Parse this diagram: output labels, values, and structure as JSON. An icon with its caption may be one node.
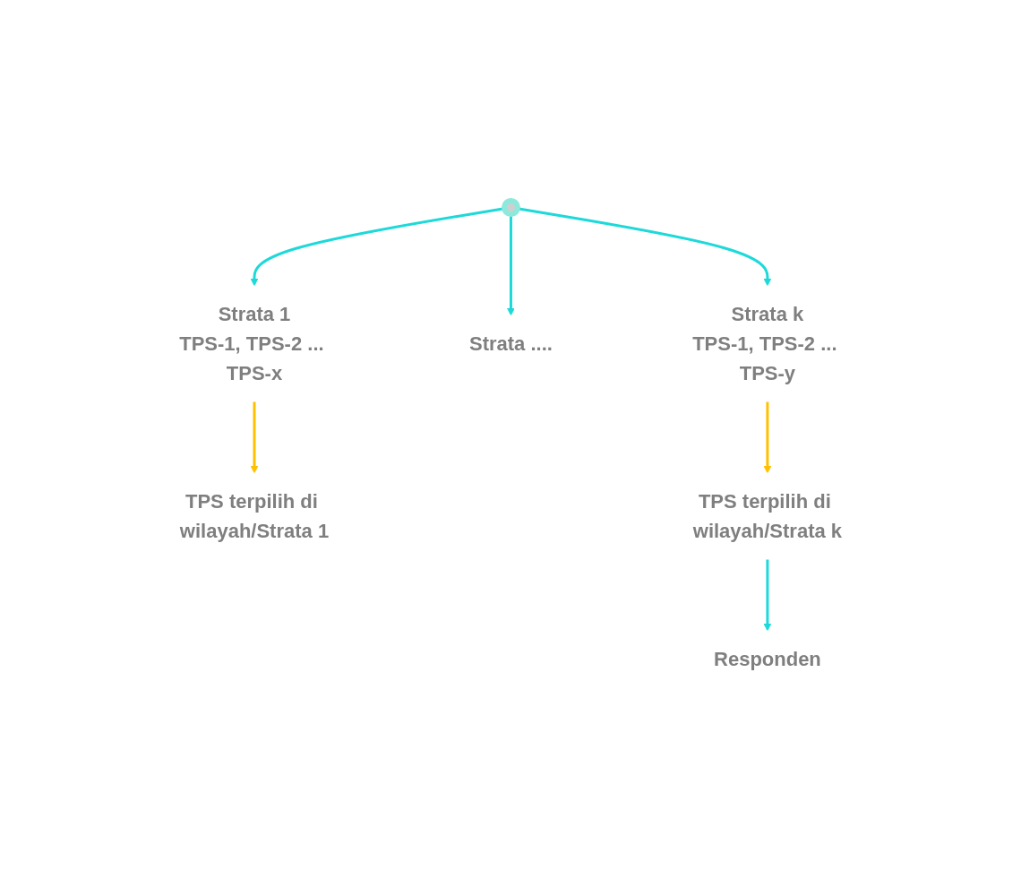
{
  "diagram": {
    "nodes": [
      {
        "text": [],
        "shape": "picture"
      },
      {
        "text": [
          "Strata 1",
          "TPS-1, TPS-2 ... TPS-x"
        ]
      },
      {
        "text": [
          "Strata ...."
        ]
      },
      {
        "text": [
          "Strata k",
          "TPS-1, TPS-2 ... TPS-y"
        ]
      },
      {
        "text": [
          "TPS terpilih di wilayah/Strata 1"
        ]
      },
      {
        "text": [
          "TPS terpilih di wilayah/Strata k"
        ]
      },
      {
        "text": [
          "Responden"
        ]
      }
    ],
    "edges": [
      {
        "from": 0,
        "to": 1,
        "arrow": "to"
      },
      {
        "from": 0,
        "to": 2,
        "arrow": "to"
      },
      {
        "from": 0,
        "to": 3,
        "arrow": "to"
      },
      {
        "from": 1,
        "to": 4,
        "arrow": "to",
        "color": "#ffc000"
      },
      {
        "from": 3,
        "to": 5,
        "arrow": "to",
        "color": "#ffc000"
      },
      {
        "from": 5,
        "to": 6,
        "arrow": "to"
      }
    ]
  }
}
